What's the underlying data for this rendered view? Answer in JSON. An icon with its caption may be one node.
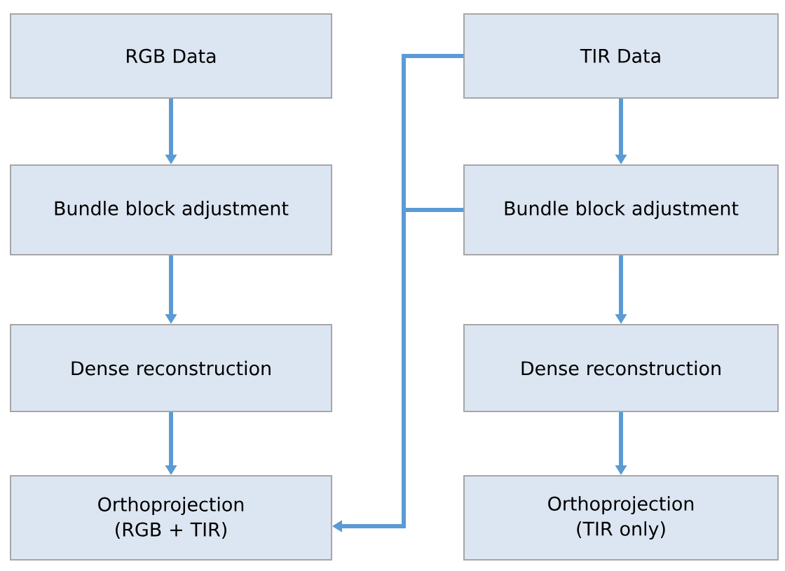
{
  "diagram": {
    "nodes": [
      {
        "text": [
          "RGB Data"
        ]
      },
      {
        "text": [
          "Bundle block adjustment"
        ]
      },
      {
        "text": [
          "Dense reconstruction"
        ]
      },
      {
        "text": [
          "Orthoprojection (RGB + TIR)"
        ]
      },
      {
        "text": [
          "TIR Data"
        ]
      },
      {
        "text": [
          "Bundle block adjustment"
        ]
      },
      {
        "text": [
          "Dense reconstruction"
        ]
      },
      {
        "text": [
          "Orthoprojection (TIR only)"
        ]
      }
    ],
    "edges": [
      {
        "from": 0,
        "to": 1,
        "arrow": "to"
      },
      {
        "from": 1,
        "to": 2,
        "arrow": "to"
      },
      {
        "from": 2,
        "to": 3,
        "arrow": "to"
      },
      {
        "from": 4,
        "to": 5,
        "arrow": "to"
      },
      {
        "from": 5,
        "to": 6,
        "arrow": "to"
      },
      {
        "from": 6,
        "to": 7,
        "arrow": "to"
      },
      {
        "from": 4,
        "to": 3,
        "arrow": "to"
      },
      {
        "from": 5,
        "to": 3,
        "arrow": "to"
      }
    ]
  }
}
